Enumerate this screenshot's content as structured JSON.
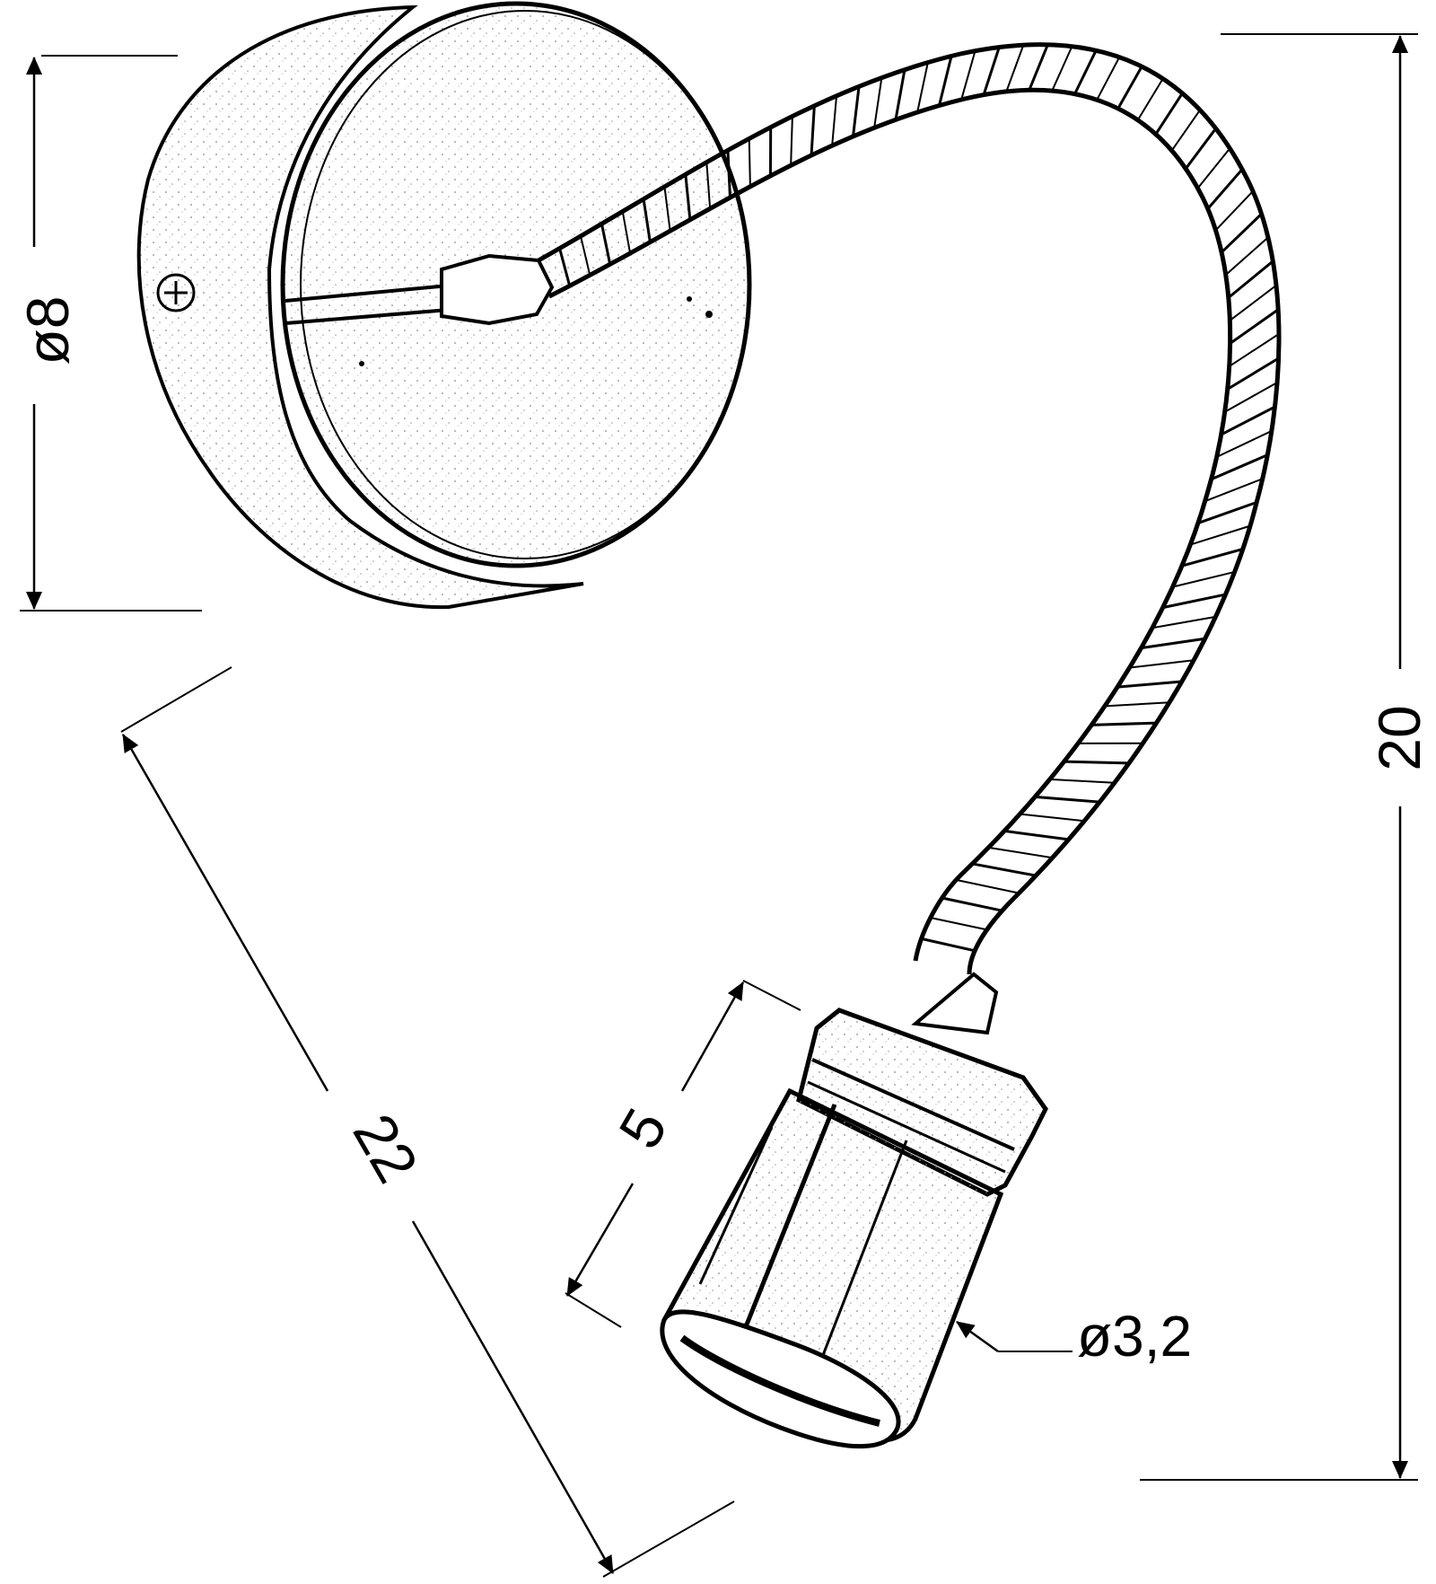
{
  "diagram": {
    "labels": {
      "base_diameter": "ø8",
      "height": "20",
      "length": "22",
      "head_length": "5",
      "head_diameter": "ø3,2"
    },
    "colors": {
      "line": "#000000",
      "background": "#ffffff",
      "texture": "#8a8a8a"
    }
  }
}
